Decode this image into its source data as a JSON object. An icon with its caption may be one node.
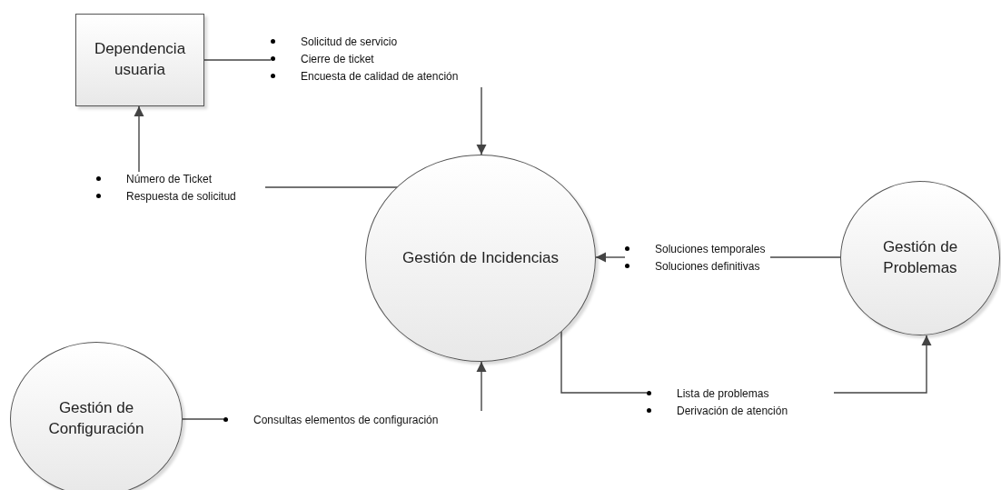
{
  "diagram": {
    "nodes": [
      {
        "text": [
          "Dependencia usuaria"
        ]
      },
      {
        "text": [
          "Gestión de Incidencias"
        ]
      },
      {
        "text": [
          "Gestión de Problemas"
        ]
      },
      {
        "text": [
          "Gestión de Configuración"
        ]
      },
      {
        "text": [
          "Solicitud de servicio",
          "Cierre de ticket",
          "Encuesta de calidad de atención"
        ]
      },
      {
        "text": [
          "Número de Ticket",
          "Respuesta de solicitud"
        ]
      },
      {
        "text": [
          "Soluciones temporales",
          "Soluciones definitivas"
        ]
      },
      {
        "text": [
          "Lista de problemas",
          "Derivación de atención"
        ]
      },
      {
        "text": [
          "Consultas elementos de configuración"
        ]
      }
    ],
    "edges": [
      {
        "from": 0,
        "to": 4,
        "arrow": "none"
      },
      {
        "from": 4,
        "to": 1,
        "arrow": "to"
      },
      {
        "from": 1,
        "to": 5,
        "arrow": "none"
      },
      {
        "from": 5,
        "to": 0,
        "arrow": "to"
      },
      {
        "from": 2,
        "to": 6,
        "arrow": "none"
      },
      {
        "from": 6,
        "to": 1,
        "arrow": "to"
      },
      {
        "from": 1,
        "to": 7,
        "arrow": "none"
      },
      {
        "from": 7,
        "to": 2,
        "arrow": "to"
      },
      {
        "from": 3,
        "to": 8,
        "arrow": "none"
      },
      {
        "from": 8,
        "to": 1,
        "arrow": "to"
      }
    ]
  }
}
